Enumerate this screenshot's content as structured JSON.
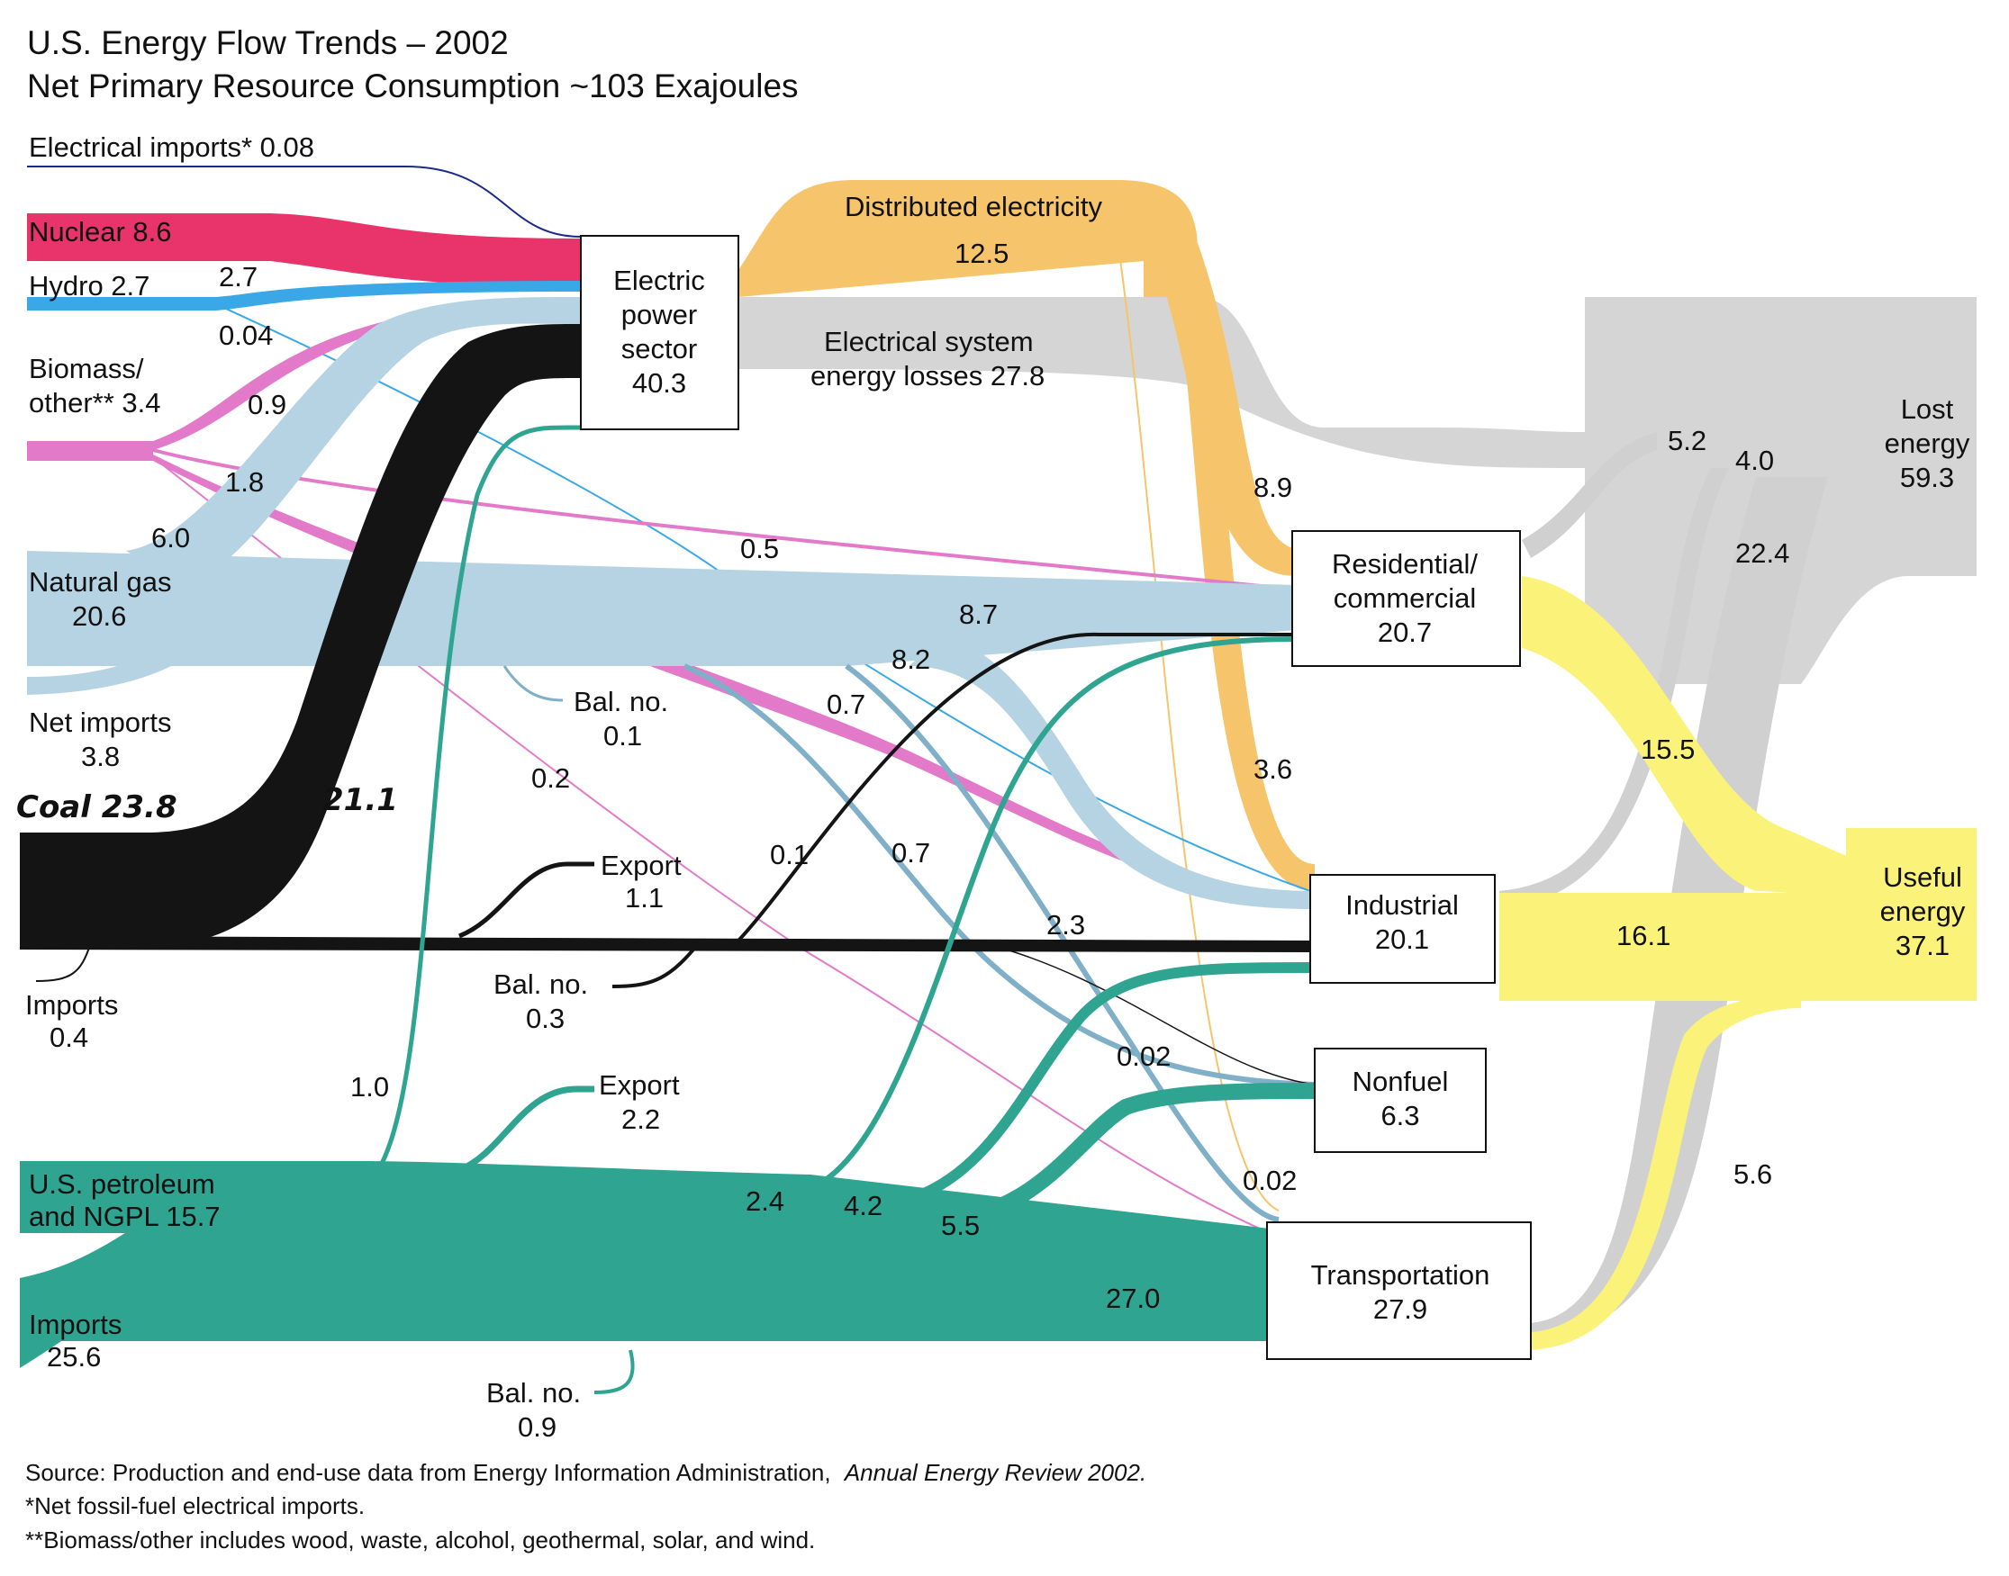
{
  "title": "U.S. Energy Flow Trends – 2002",
  "subtitle": "Net Primary Resource Consumption ~103 Exajoules",
  "sources": {
    "electrical_imports": "Electrical imports* 0.08",
    "nuclear": "Nuclear 8.6",
    "hydro": "Hydro 2.7",
    "biomass_1": "Biomass/",
    "biomass_2": "other** 3.4",
    "natural_gas_1": "Natural gas",
    "natural_gas_2": "20.6",
    "net_imports_1": "Net imports",
    "net_imports_2": "3.8",
    "coal_handwritten": "Coal 23.8",
    "imports_coal_1": "Imports",
    "imports_coal_2": "0.4",
    "petroleum_1": "U.S. petroleum",
    "petroleum_2": "and NGPL 15.7",
    "imports_oil_1": "Imports",
    "imports_oil_2": "25.6"
  },
  "sectors": {
    "electric_power": [
      "Electric",
      "power",
      "sector",
      "40.3"
    ],
    "residential": [
      "Residential/",
      "commercial",
      "20.7"
    ],
    "industrial": [
      "Industrial",
      "20.1"
    ],
    "nonfuel": [
      "Nonfuel",
      "6.3"
    ],
    "transportation": [
      "Transportation",
      "27.9"
    ]
  },
  "outputs": {
    "lost": [
      "Lost",
      "energy",
      "59.3"
    ],
    "useful": [
      "Useful",
      "energy",
      "37.1"
    ]
  },
  "flow_labels": {
    "distributed_electricity": "Distributed electricity",
    "distributed_value": "12.5",
    "losses_1": "Electrical system",
    "losses_2": "energy losses 27.8",
    "hydro_to_power": "2.7",
    "hydro_other": "0.04",
    "biomass_to_power": "0.9",
    "biomass_industrial": "1.8",
    "gas_to_power": "6.0",
    "biomass_residential": "0.5",
    "gas_residential": "8.7",
    "gas_industrial": "8.2",
    "gas_transport": "0.7",
    "gas_nonfuel": "0.7",
    "gas_bal": [
      "Bal. no.",
      "0.1"
    ],
    "biomass_transport": "0.2",
    "coal_to_power_handwritten": "21.1",
    "coal_export": [
      "Export",
      "1.1"
    ],
    "coal_residential": "0.1",
    "coal_industrial": "2.3",
    "coal_bal": [
      "Bal. no.",
      "0.3"
    ],
    "coal_nonfuel": "0.02",
    "coal_transport": "0.02",
    "oil_to_power": "1.0",
    "oil_export": [
      "Export",
      "2.2"
    ],
    "oil_residential": "2.4",
    "oil_industrial": "4.2",
    "oil_nonfuel": "5.5",
    "oil_transport": "27.0",
    "oil_bal": [
      "Bal. no.",
      "0.9"
    ],
    "elec_residential": "8.9",
    "elec_industrial": "3.6",
    "res_lost": "5.2",
    "ind_lost": "4.0",
    "trans_lost": "22.4",
    "res_useful": "15.5",
    "ind_useful": "16.1",
    "trans_useful": "5.6"
  },
  "footnotes": {
    "source_prefix": "Source:  Production and end-use data from Energy Information Administration,",
    "source_italic": "Annual Energy Review 2002.",
    "note1": "*Net fossil-fuel electrical imports.",
    "note2": "**Biomass/other includes wood, waste, alcohol, geothermal, solar, and wind."
  },
  "colors": {
    "nuclear": "#e8336b",
    "hydro": "#3aa8e6",
    "biomass": "#e27ac9",
    "natural_gas": "#b5d3e3",
    "coal": "#141414",
    "petroleum": "#2fa591",
    "electricity": "#f6c46a",
    "losses": "#d0d0d0",
    "useful": "#fbf27a",
    "electrical_imports": "#1b2a8a"
  }
}
